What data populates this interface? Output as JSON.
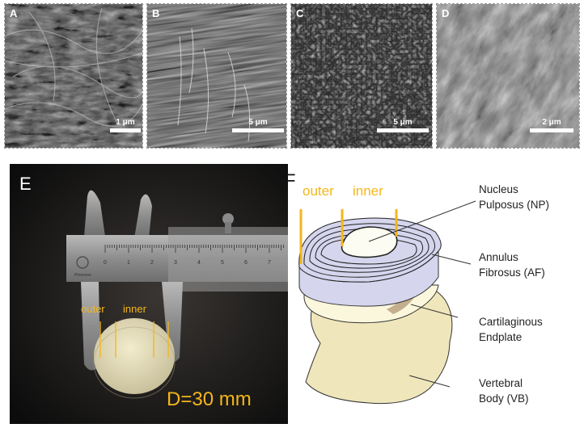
{
  "sem_panels": [
    {
      "label": "A",
      "scale": "1 μm"
    },
    {
      "label": "B",
      "scale": "5 μm"
    },
    {
      "label": "C",
      "scale": "5 μm"
    },
    {
      "label": "D",
      "scale": "2 μm"
    }
  ],
  "photo": {
    "label": "E",
    "outer": "outer",
    "inner": "inner",
    "diameter": "D=30 mm",
    "brand": "Pinecone",
    "caliper_marks": [
      "0",
      "1",
      "2",
      "3",
      "4",
      "5",
      "6",
      "7"
    ]
  },
  "schematic": {
    "label": "F",
    "outer": "outer",
    "inner": "inner",
    "np_line1": "Nucleus",
    "np_line2": "Pulposus (NP)",
    "af_line1": "Annulus",
    "af_line2": "Fibrosus (AF)",
    "ce_line1": "Cartilaginous",
    "ce_line2": "Endplate",
    "vb_line1": "Vertebral",
    "vb_line2": "Body (VB)"
  },
  "colors": {
    "gold": "#f4b61b",
    "af": "#d5d5ee",
    "vb": "#efe6bb",
    "endplate": "#faf7dc",
    "np": "#fcfcf2"
  }
}
